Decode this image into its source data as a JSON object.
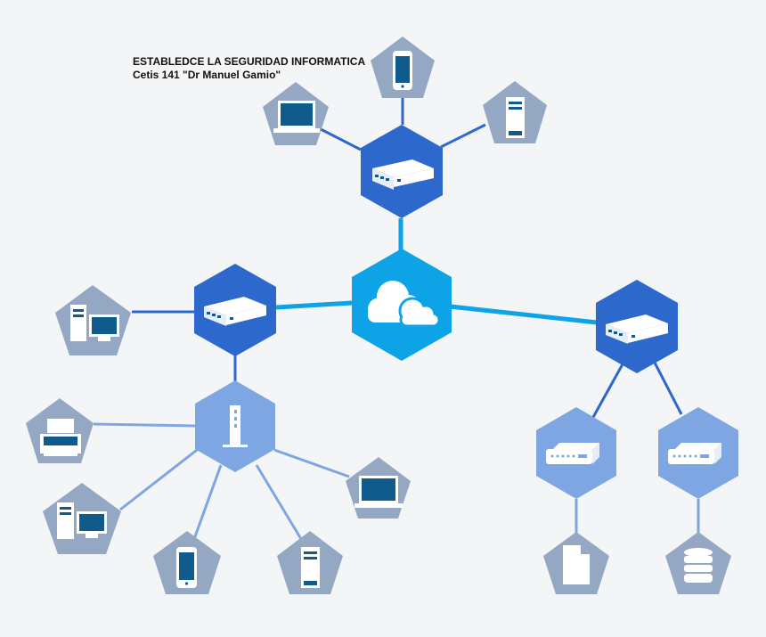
{
  "header": {
    "title": "ESTABLEDCE LA SEGURIDAD INFORMATICA",
    "subtitle": "Cetis 141 \"Dr Manuel Gamio\""
  },
  "colors": {
    "background": "#f4f5f7",
    "cloud_hub": "#0da3e6",
    "switch_hub": "#2d68cc",
    "access_hub": "#7da6e2",
    "storage_hub": "#7da6e2",
    "device_pentagon": "#94a8c4",
    "link_dark": "#2d68cc",
    "link_light": "#7da6e2",
    "link_cyan": "#0da3e6",
    "icon_dark": "#0f5b8c",
    "icon_white": "#ffffff"
  },
  "nodes": [
    {
      "name": "cloud-hub",
      "icon": "cloud-icon"
    },
    {
      "name": "switch-top",
      "icon": "switch-icon"
    },
    {
      "name": "switch-left",
      "icon": "switch-icon"
    },
    {
      "name": "switch-right",
      "icon": "switch-icon"
    },
    {
      "name": "wireless-access-point",
      "icon": "access-point-icon"
    },
    {
      "name": "storage-drive-left",
      "icon": "hard-drive-icon"
    },
    {
      "name": "storage-drive-right",
      "icon": "hard-drive-icon"
    },
    {
      "name": "phone-top",
      "icon": "smartphone-icon"
    },
    {
      "name": "laptop-top-left",
      "icon": "laptop-icon"
    },
    {
      "name": "server-top-right",
      "icon": "server-tower-icon"
    },
    {
      "name": "desktop-left",
      "icon": "desktop-computer-icon"
    },
    {
      "name": "printer",
      "icon": "printer-icon"
    },
    {
      "name": "desktop-bottom-left",
      "icon": "desktop-computer-icon"
    },
    {
      "name": "phone-bottom",
      "icon": "smartphone-icon"
    },
    {
      "name": "server-bottom",
      "icon": "server-tower-icon"
    },
    {
      "name": "laptop-right",
      "icon": "laptop-icon"
    },
    {
      "name": "document",
      "icon": "document-icon"
    },
    {
      "name": "database",
      "icon": "database-icon"
    }
  ]
}
